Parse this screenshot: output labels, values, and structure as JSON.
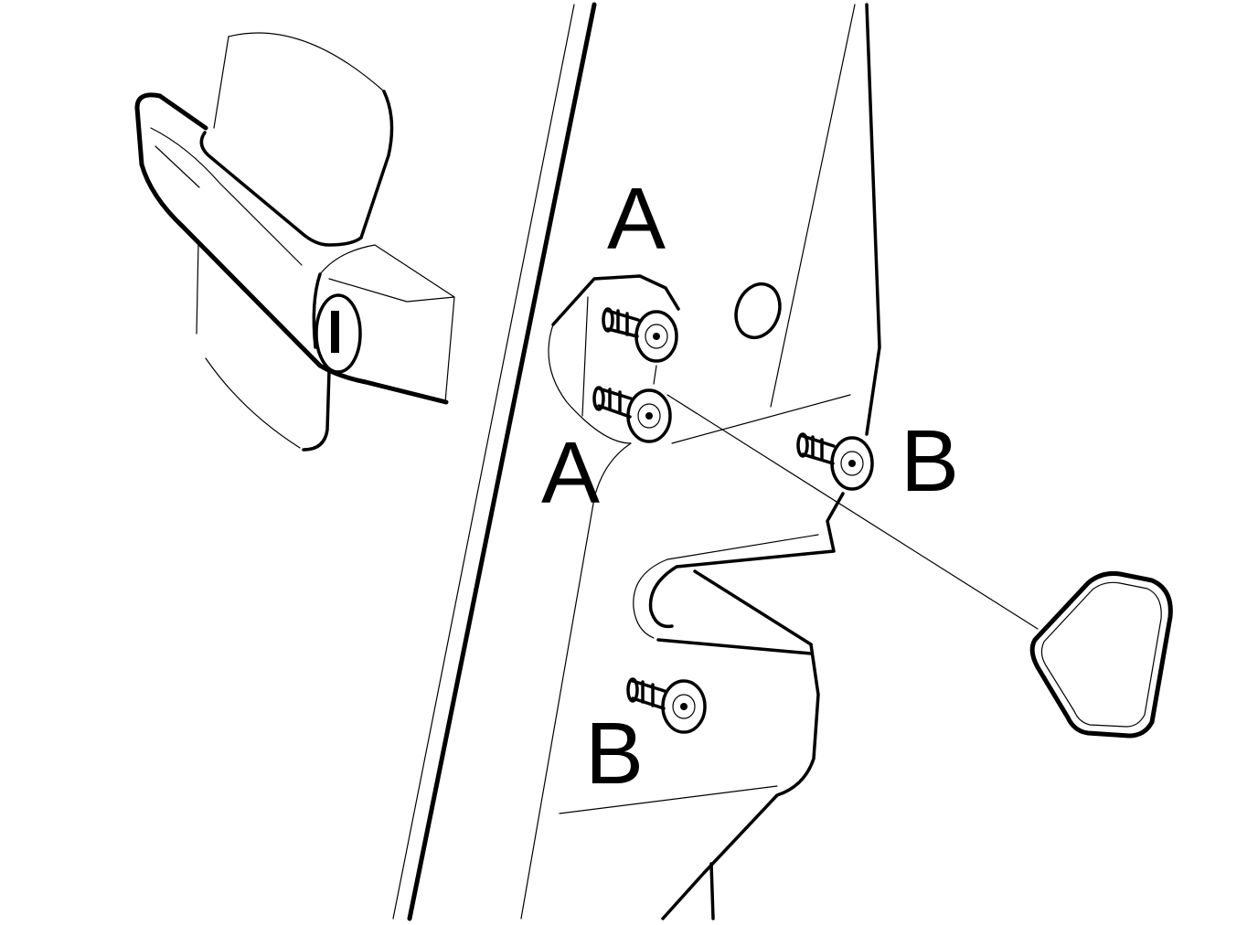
{
  "labels": {
    "a_top": "A",
    "a_bottom": "A",
    "b_right": "B",
    "b_bottom": "B"
  }
}
